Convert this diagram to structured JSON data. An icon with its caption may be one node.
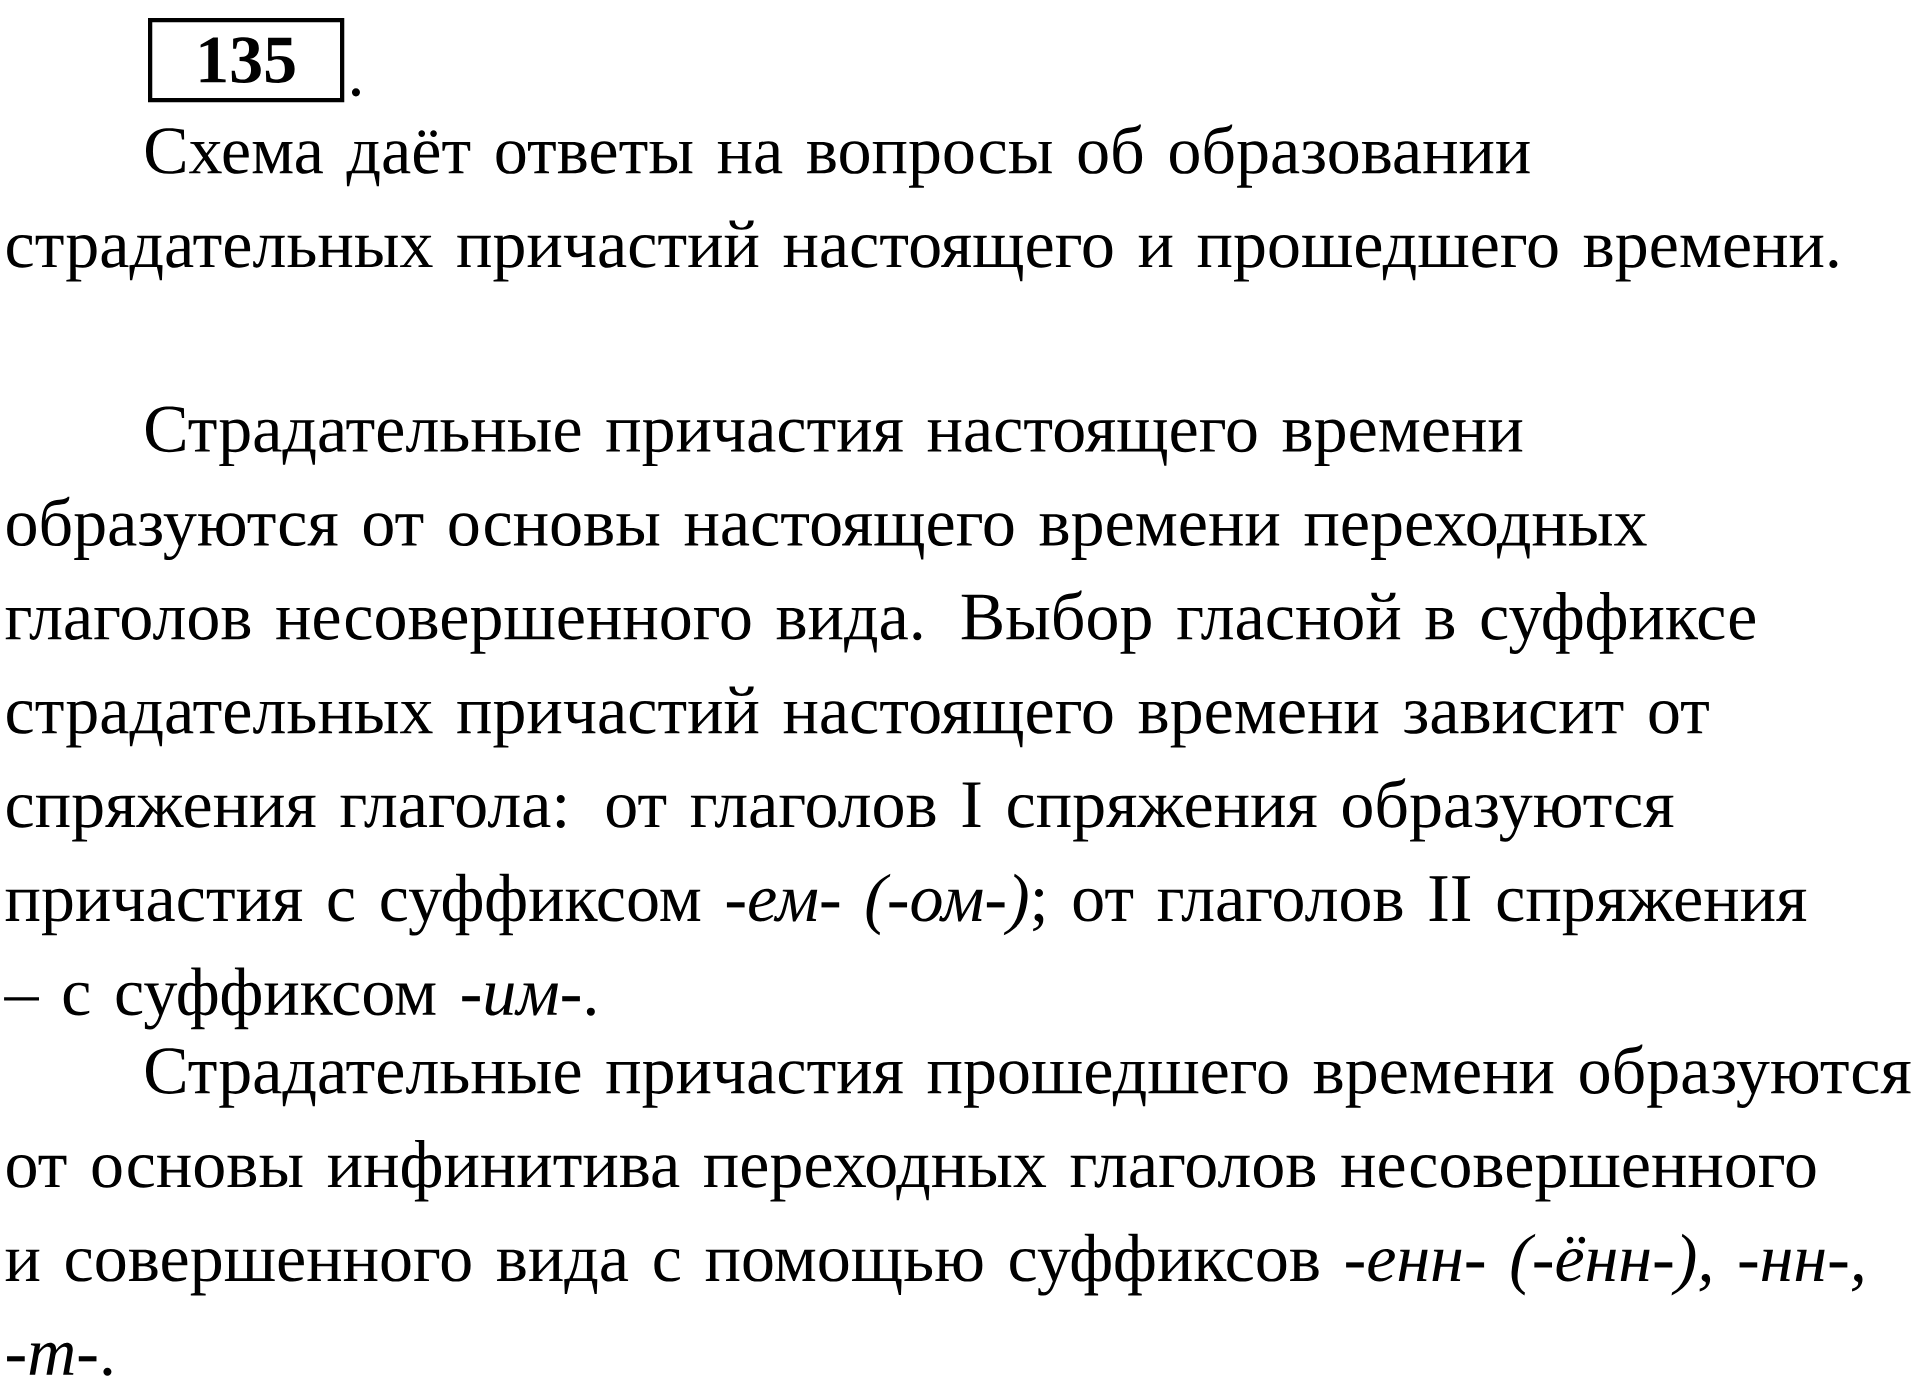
{
  "diagram": {
    "nodes": [
      {
        "text": [
          "135"
        ],
        "beside": [
          "."
        ]
      }
    ],
    "labels": [
      "Схема даёт ответы на вопросы об образовании страдательных причастий настоящего и прошедшего времени.",
      "Страдательные причастия настоящего времени образуются от основы настоящего времени переходных глаголов несовершенного вида. Выбор гласной в суффиксе страдательных причастий настоящего времени зависит от спряжения глагола: от глаголов I спряжения образуются причастия с суффиксом *-ем- (-ом-)*; от глаголов II спряжения – с суффиксом *-им-*.",
      "Страдательные причастия прошедшего времени образуются от основы инфинитива переходных глаголов несовершенного и совершенного вида с помощью суффиксов *-енн- (-ённ-), -нн-, -т-*."
    ]
  }
}
